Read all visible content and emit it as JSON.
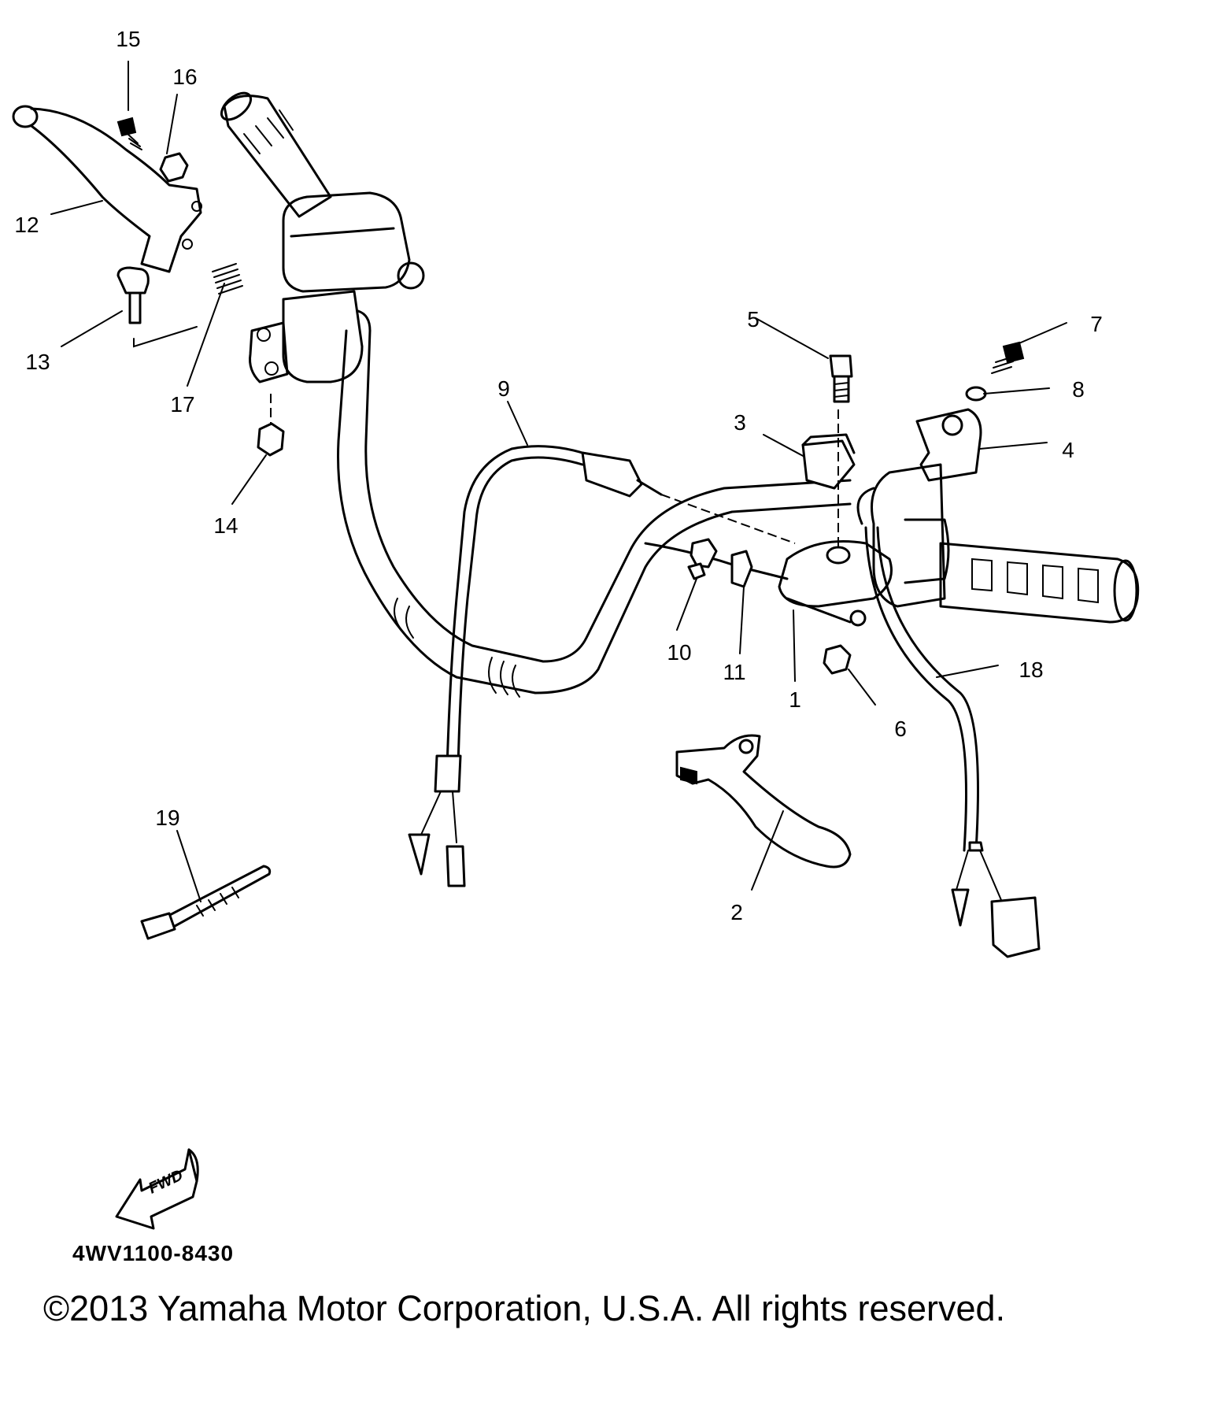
{
  "labels": [
    {
      "id": "1",
      "text": "1"
    },
    {
      "id": "2",
      "text": "2"
    },
    {
      "id": "3",
      "text": "3"
    },
    {
      "id": "4",
      "text": "4"
    },
    {
      "id": "5",
      "text": "5"
    },
    {
      "id": "6",
      "text": "6"
    },
    {
      "id": "7",
      "text": "7"
    },
    {
      "id": "8",
      "text": "8"
    },
    {
      "id": "9",
      "text": "9"
    },
    {
      "id": "10",
      "text": "10"
    },
    {
      "id": "11",
      "text": "11"
    },
    {
      "id": "12",
      "text": "12"
    },
    {
      "id": "13",
      "text": "13"
    },
    {
      "id": "14",
      "text": "14"
    },
    {
      "id": "15",
      "text": "15"
    },
    {
      "id": "16",
      "text": "16"
    },
    {
      "id": "17",
      "text": "17"
    },
    {
      "id": "18",
      "text": "18"
    },
    {
      "id": "19",
      "text": "19"
    }
  ],
  "fwd_label": "FWD",
  "part_number": "4WV1100-8430",
  "copyright": "©2013 Yamaha Motor Corporation, U.S.A. All rights reserved."
}
